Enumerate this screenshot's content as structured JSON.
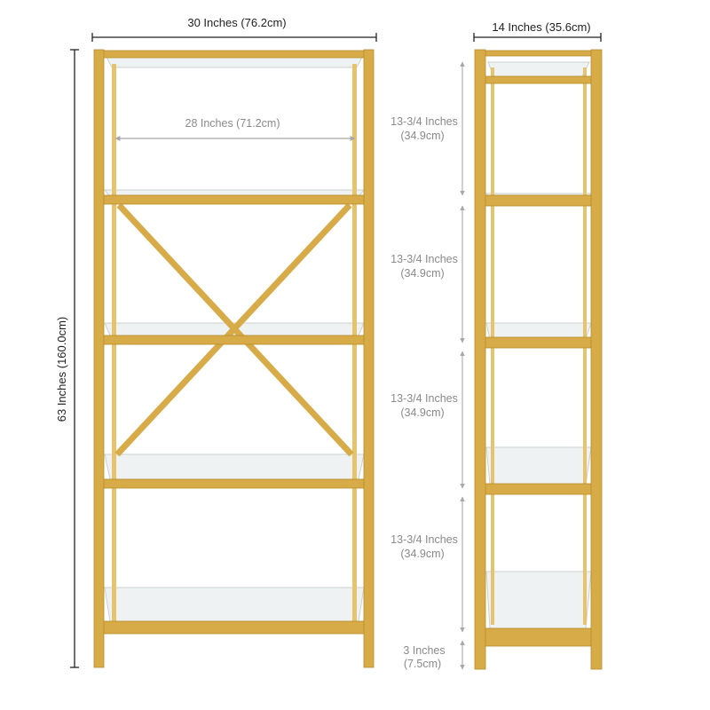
{
  "dimensions": {
    "front_width": "30 Inches (76.2cm)",
    "inner_width": "28 Inches (71.2cm)",
    "total_height": "63 Inches (160.0cm)",
    "side_depth": "14 Inches (35.6cm)",
    "shelf_gaps": [
      {
        "inches": "13-3/4 Inches",
        "cm": "(34.9cm)"
      },
      {
        "inches": "13-3/4 Inches",
        "cm": "(34.9cm)"
      },
      {
        "inches": "13-3/4 Inches",
        "cm": "(34.9cm)"
      },
      {
        "inches": "13-3/4 Inches",
        "cm": "(34.9cm)"
      }
    ],
    "foot_clearance": {
      "inches": "3 Inches",
      "cm": "(7.5cm)"
    }
  },
  "colors": {
    "frame": "#d7ab47",
    "frame_dark": "#b98c2c",
    "frame_light": "#e6c36c",
    "glass": "#eef2f2",
    "glass_edge": "#c9d2d2",
    "dim_black": "#222222",
    "dim_grey": "#a8a8a8"
  }
}
